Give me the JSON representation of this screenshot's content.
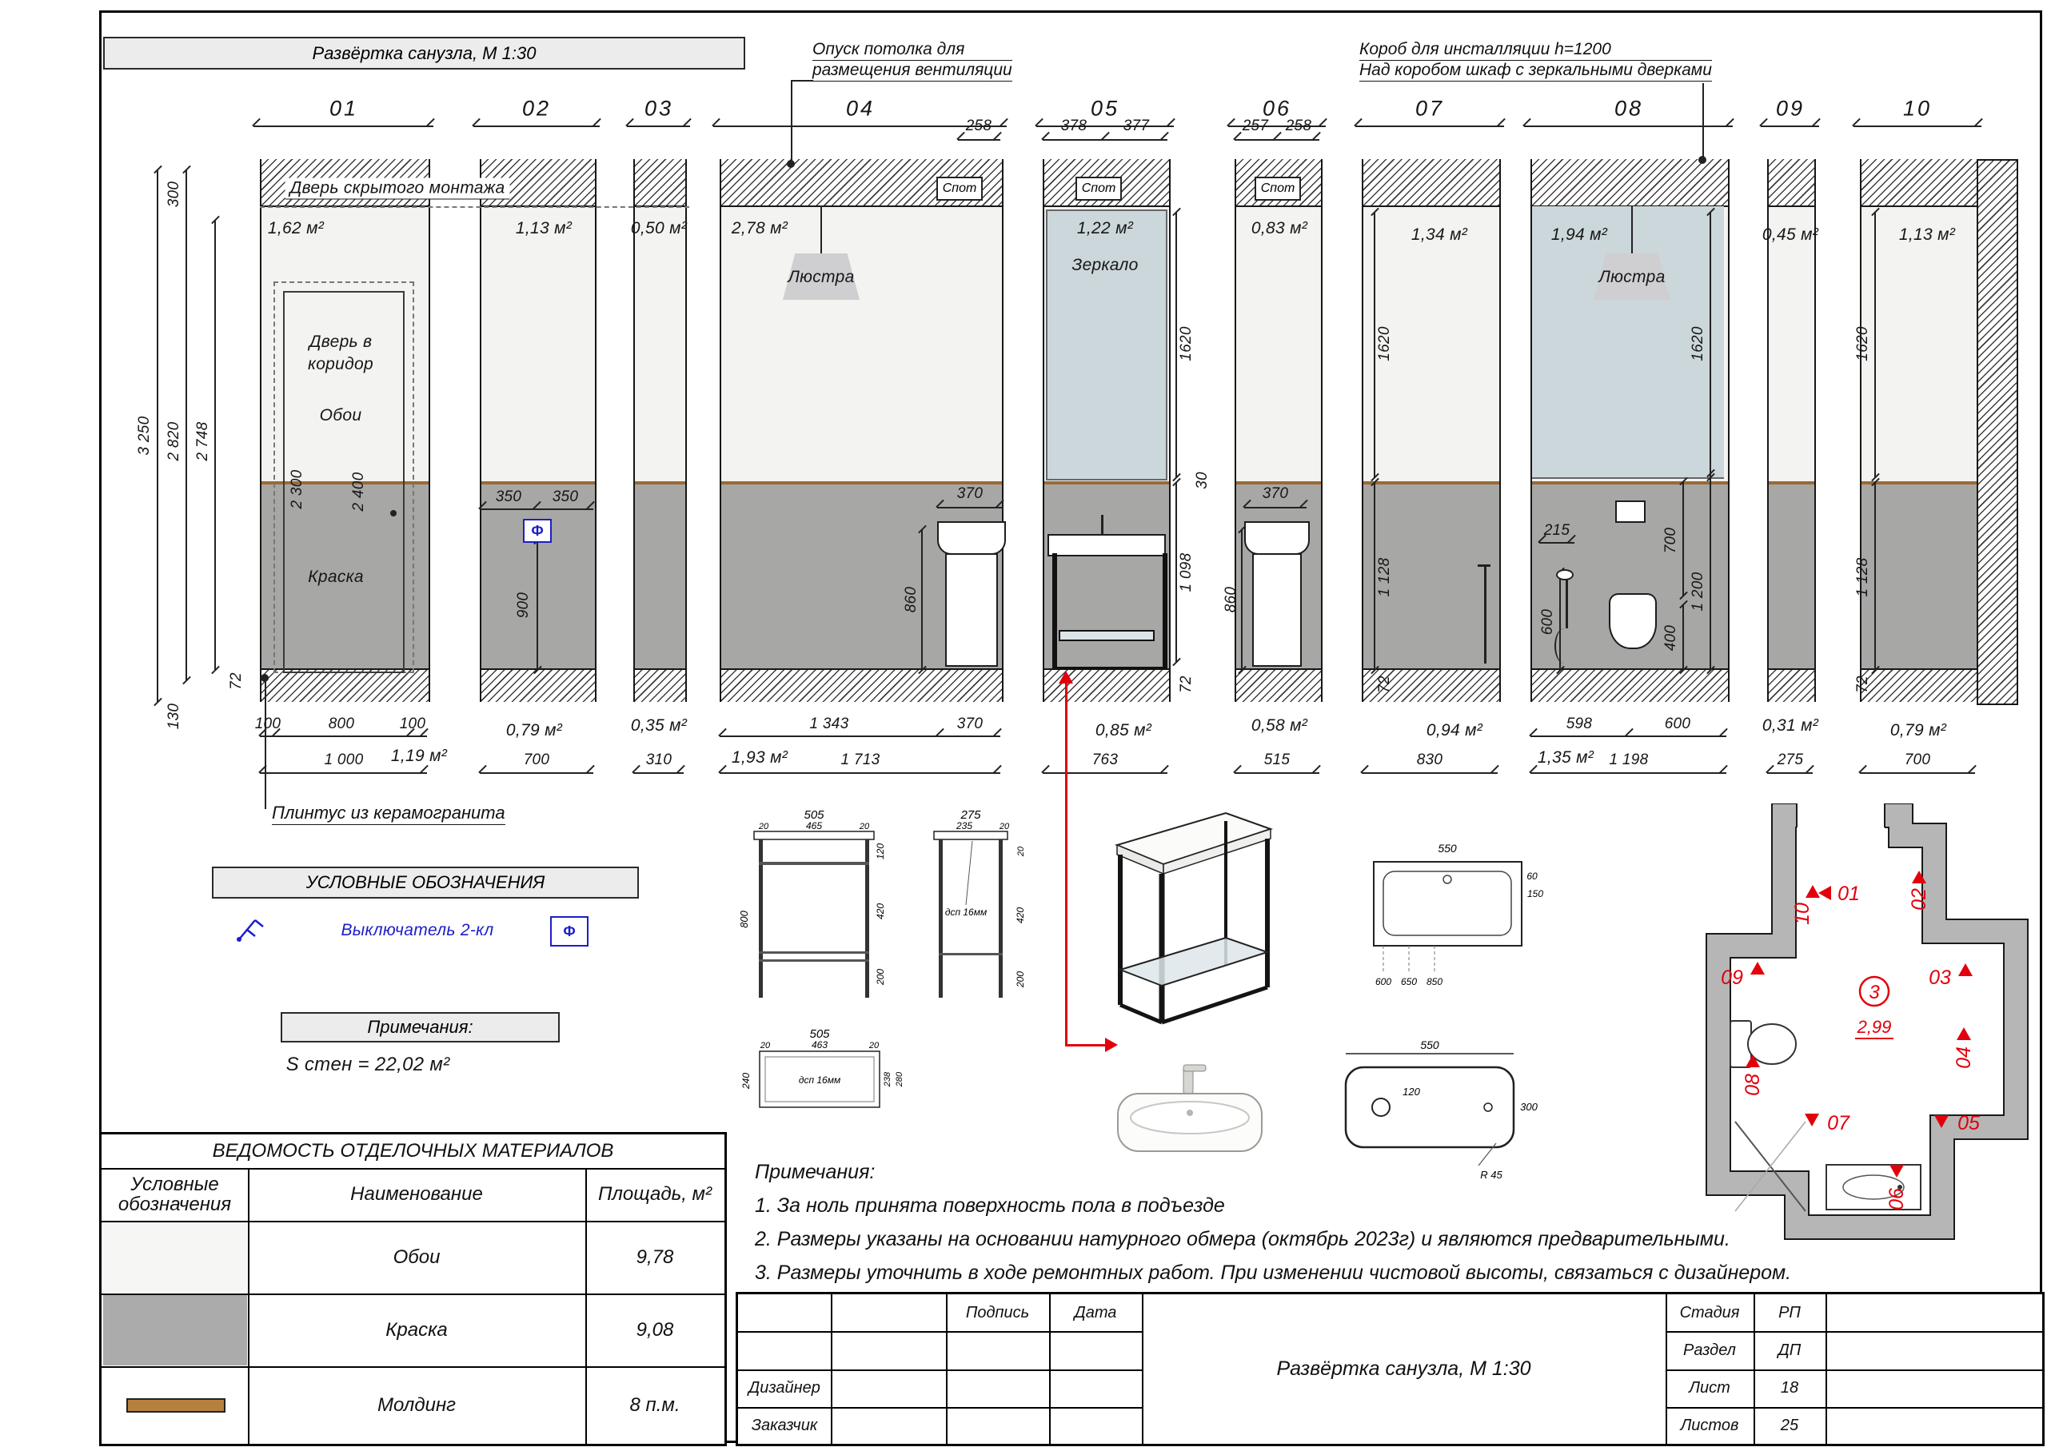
{
  "sheet": {
    "title": "Развёртка санузла, М 1:30",
    "ann_vent_l1": "Опуск потолка для",
    "ann_vent_l2": "размещения вентиляции",
    "ann_korob_l1": "Короб для инсталляции h=1200",
    "ann_korob_l2": "Над коробом шкаф с зеркальными дверками",
    "hidden_door": "Дверь скрытого монтажа",
    "plinth": "Плинтус из керамогранита"
  },
  "panels": {
    "p01": {
      "num": "01",
      "area_top": "1,62 м²",
      "area_bot": "1,19 м²",
      "door_l1": "Дверь в",
      "door_l2": "коридор",
      "wallpaper": "Обои",
      "paint": "Краска",
      "d300": "300",
      "d3250": "3 250",
      "d2820": "2 820",
      "d2748": "2 748",
      "d2300": "2 300",
      "d2400": "2 400",
      "d72": "72",
      "d130": "130",
      "d100a": "100",
      "d800": "800",
      "d100b": "100",
      "w": "1 000"
    },
    "p02": {
      "num": "02",
      "area_top": "1,13 м²",
      "area_bot": "0,79 м²",
      "d350a": "350",
      "d350b": "350",
      "d900": "900",
      "w": "700"
    },
    "p03": {
      "num": "03",
      "area_top": "0,50 м²",
      "area_bot": "0,35 м²",
      "w": "310"
    },
    "p04": {
      "num": "04",
      "area_top": "2,78 м²",
      "area_bot": "1,93 м²",
      "d258": "258",
      "spot": "Спот",
      "lustra": "Люстра",
      "d370t": "370",
      "d860": "860",
      "d1343": "1 343",
      "d370b": "370",
      "w": "1 713"
    },
    "p05": {
      "num": "05",
      "area_top": "1,22 м²",
      "area_bot": "0,85 м²",
      "d378": "378",
      "d377": "377",
      "spot": "Спот",
      "mirror": "Зеркало",
      "d1620": "1620",
      "d30": "30",
      "d1098": "1 098",
      "d72": "72",
      "w": "763"
    },
    "p06": {
      "num": "06",
      "area_top": "0,83 м²",
      "area_bot": "0,58 м²",
      "d257": "257",
      "d258": "258",
      "spot": "Спот",
      "d370": "370",
      "d860": "860",
      "w": "515"
    },
    "p07": {
      "num": "07",
      "area_top": "1,34 м²",
      "area_bot": "0,94 м²",
      "d1620": "1620",
      "d1128": "1 128",
      "d72": "72",
      "w": "830"
    },
    "p08": {
      "num": "08",
      "area_top": "1,94 м²",
      "area_bot": "1,35 м²",
      "lustra": "Люстра",
      "d215": "215",
      "d1620": "1620",
      "d700": "700",
      "d1200": "1 200",
      "d600": "600",
      "d400": "400",
      "d598": "598",
      "d600b": "600",
      "w": "1 198"
    },
    "p09": {
      "num": "09",
      "area_top": "0,45 м²",
      "area_bot": "0,31 м²",
      "w": "275"
    },
    "p10": {
      "num": "10",
      "area_top": "1,13 м²",
      "area_bot": "0,79 м²",
      "d1620": "1620",
      "d1128": "1 128",
      "d72": "72",
      "w": "700"
    }
  },
  "legend": {
    "title": "УСЛОВНЫЕ ОБОЗНАЧЕНИЯ",
    "switch_label": "Выключатель 2-кл",
    "symbol": "Ф"
  },
  "notes_box": {
    "title": "Примечания:",
    "s_walls": "S стен = 22,02 м²"
  },
  "details": {
    "front": {
      "d505": "505",
      "d20a": "20",
      "d465": "465",
      "d20b": "20",
      "d800": "800",
      "d120": "120",
      "d420": "420",
      "d200": "200"
    },
    "side": {
      "d275": "275",
      "d235": "235",
      "d20a": "20",
      "d20b": "20",
      "d420": "420",
      "d200": "200",
      "dsp": "дсп 16мм"
    },
    "top": {
      "d505": "505",
      "d20a": "20",
      "d463": "463",
      "d20b": "20",
      "d240": "240",
      "d238": "238",
      "d280": "280",
      "dsp": "дсп 16мм"
    },
    "sink_top": {
      "d550": "550",
      "d60": "60",
      "d150": "150",
      "d600": "600",
      "d650": "650",
      "d850": "850"
    },
    "sink_plan": {
      "d550": "550",
      "d120": "120",
      "d300": "300",
      "r": "R 45"
    }
  },
  "plan": {
    "m01": "01",
    "m02": "02",
    "m03": "03",
    "m04": "04",
    "m05": "05",
    "m06": "06",
    "m07": "07",
    "m08": "08",
    "m09": "09",
    "m10": "10",
    "room": "3",
    "area": "2,99"
  },
  "table": {
    "title": "ВЕДОМОСТЬ ОТДЕЛОЧНЫХ МАТЕРИАЛОВ",
    "h1a": "Условные",
    "h1b": "обозначения",
    "h2": "Наименование",
    "h3": "Площадь, м²",
    "r1name": "Обои",
    "r1val": "9,78",
    "r2name": "Краска",
    "r2val": "9,08",
    "r3name": "Молдинг",
    "r3val": "8 п.м."
  },
  "notes": {
    "title": "Примечания:",
    "n1": "1. За ноль принята поверхность пола в подъезде",
    "n2": "2. Размеры указаны на основании натурного обмера (октябрь 2023г) и являются предварительными.",
    "n3": "3. Размеры уточнить в ходе ремонтных работ. При изменении чистовой высоты, связаться с дизайнером."
  },
  "titleblock": {
    "sign": "Подпись",
    "date": "Дата",
    "designer": "Дизайнер",
    "client": "Заказчик",
    "doc": "Развёртка санузла, М 1:30",
    "stage_l": "Стадия",
    "stage_v": "РП",
    "section_l": "Раздел",
    "section_v": "ДП",
    "sheet_l": "Лист",
    "sheet_v": "18",
    "sheets_l": "Листов",
    "sheets_v": "25"
  }
}
